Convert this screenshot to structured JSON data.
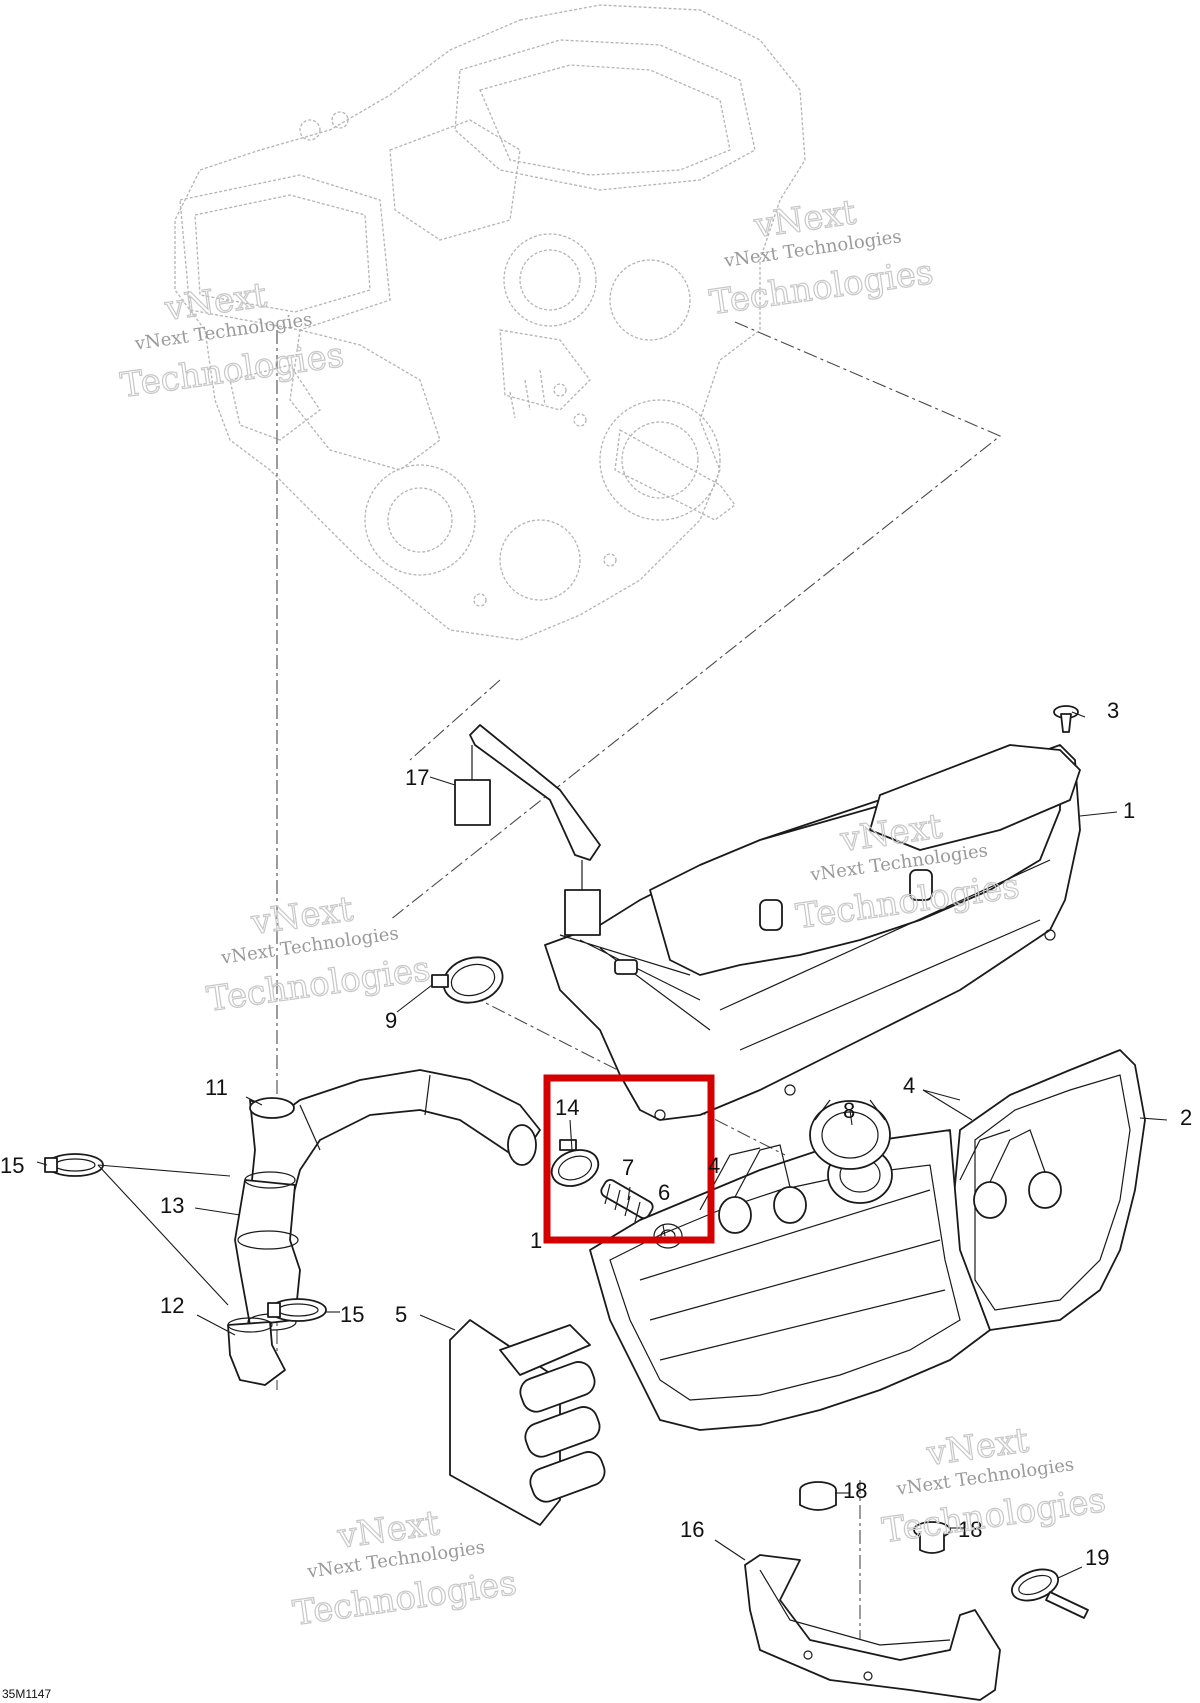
{
  "drawing_code": "35M1147",
  "watermark": {
    "line1": "vNext Technologies",
    "line2": "vNext",
    "line3": "Technologies"
  },
  "callouts": {
    "c1": "1",
    "c2": "2",
    "c3": "3",
    "c4a": "4",
    "c4b": "4",
    "c5": "5",
    "c6": "6",
    "c7": "7",
    "c8": "8",
    "c9": "9",
    "c10": "1",
    "c11": "11",
    "c12": "12",
    "c13": "13",
    "c14": "14",
    "c15a": "15",
    "c15b": "15",
    "c16": "16",
    "c17": "17",
    "c18a": "18",
    "c18b": "18",
    "c19": "19"
  },
  "highlight": {
    "color": "#d40000"
  }
}
